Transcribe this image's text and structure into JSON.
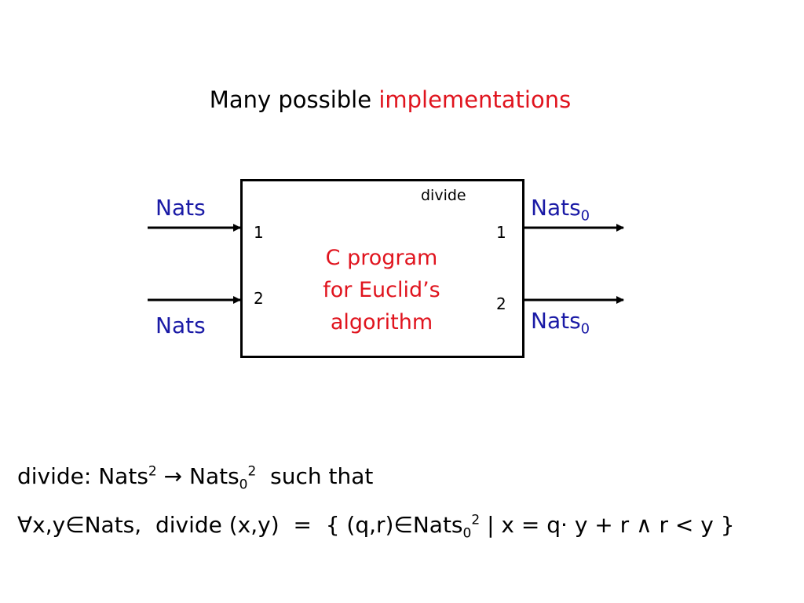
{
  "title": {
    "prefix": "Many possible ",
    "highlight": "implementations"
  },
  "diagram": {
    "inputs": [
      {
        "label": "Nats",
        "port": "1"
      },
      {
        "label": "Nats",
        "port": "2"
      }
    ],
    "outputs": [
      {
        "label": "Nats",
        "sub": "0",
        "port": "1"
      },
      {
        "label": "Nats",
        "sub": "0",
        "port": "2"
      }
    ],
    "function_name": "divide",
    "program_lines": [
      "C program",
      "for Euclid’s",
      "algorithm"
    ]
  },
  "formula": {
    "line1": {
      "a": "divide: Nats",
      "a_sup": "2",
      "arrow": " → ",
      "b": "Nats",
      "b_sub": "0",
      "b_sup": "2",
      "c": "  such that"
    },
    "line2": {
      "a": "∀x,y∈Nats,  divide (x,y)  =  { (q,r)∈Nats",
      "sub": "0",
      "sup": "2",
      "b": " | x = q· y + r ∧ r < y }"
    }
  },
  "colors": {
    "accent_red": "#e0141e",
    "label_blue": "#1a1aa6"
  }
}
